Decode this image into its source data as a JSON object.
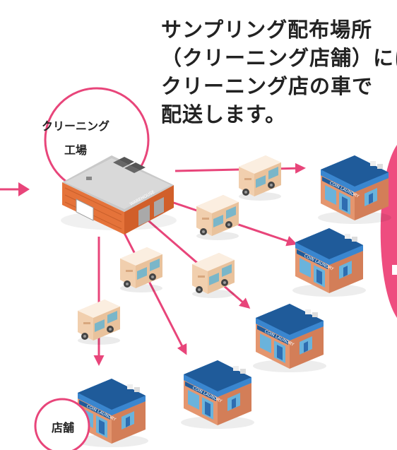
{
  "headline": {
    "line1": "サンプリング配布場所",
    "line2": "（クリーニング店舗）には",
    "line3": "クリーニング店の車で",
    "line4": "配送します。"
  },
  "factory": {
    "label_line1": "クリーニング",
    "label_line2": "工場",
    "sign": "WAREHOUSE"
  },
  "store_label": "店舗",
  "store_sign": "COIN LAUNDRY",
  "colors": {
    "accent": "#e8457a",
    "pink_panel": "#ee4d7f",
    "factory_orange": "#e5733a",
    "roof_gray": "#c9c9c9",
    "store_blue": "#2e6db1",
    "store_brick": "#e4966f",
    "van_body": "#f4d9bd"
  },
  "icons": [
    "warehouse-icon",
    "delivery-van-icon",
    "coin-laundry-store-icon"
  ]
}
